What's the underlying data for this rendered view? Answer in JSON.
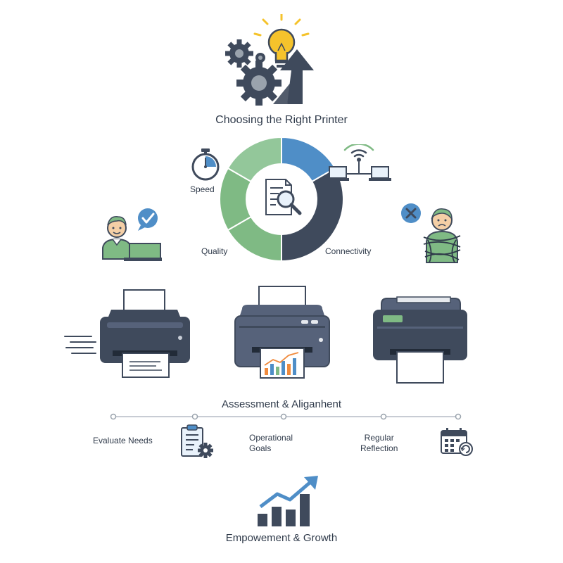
{
  "header": {
    "title": "Choosing the Right Printer",
    "icon": "innovation-gears-bulb-arrow-icon"
  },
  "factors": {
    "speed": "Speed",
    "quality": "Quality",
    "connectivity": "Connectivity",
    "center_icon": "document-search-icon"
  },
  "people": {
    "satisfied": "satisfied-user-laptop-icon",
    "frustrated": "frustrated-user-tangled-icon"
  },
  "printers": [
    "fast-printer-icon",
    "report-printer-icon",
    "basic-printer-icon"
  ],
  "assessment": {
    "title": "Assessment & Aliganhent",
    "steps": [
      {
        "label": "Evaluate Needs"
      },
      {
        "label": "Operational\nGoals"
      },
      {
        "label": "Regular\nReflection"
      }
    ]
  },
  "footer": {
    "title": "Empowement & Growth",
    "icon": "growth-chart-icon"
  },
  "colors": {
    "navy": "#3f4a5c",
    "green": "#7fba84",
    "blue": "#4f8ec7",
    "yellow": "#f5c32c",
    "gray": "#9aa3ad"
  }
}
